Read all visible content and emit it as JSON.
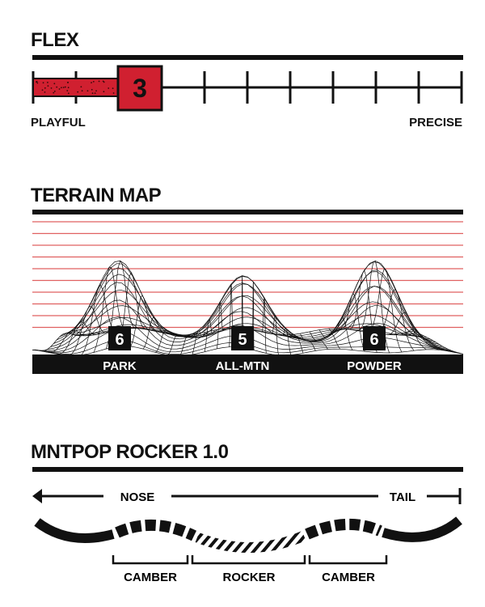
{
  "flex": {
    "title": "FLEX",
    "value": 3,
    "max": 10,
    "value_label": "3",
    "min_label": "PLAYFUL",
    "max_label": "PRECISE",
    "accent": "#d02030"
  },
  "terrain": {
    "title": "TERRAIN MAP",
    "grid_color": "#e06060",
    "zones": [
      {
        "label": "PARK",
        "rating": "6"
      },
      {
        "label": "ALL-MTN",
        "rating": "5"
      },
      {
        "label": "POWDER",
        "rating": "6"
      }
    ]
  },
  "profile": {
    "title": "MNTPOP ROCKER 1.0",
    "nose_label": "NOSE",
    "tail_label": "TAIL",
    "segments": [
      {
        "label": "CAMBER"
      },
      {
        "label": "ROCKER"
      },
      {
        "label": "CAMBER"
      }
    ]
  }
}
